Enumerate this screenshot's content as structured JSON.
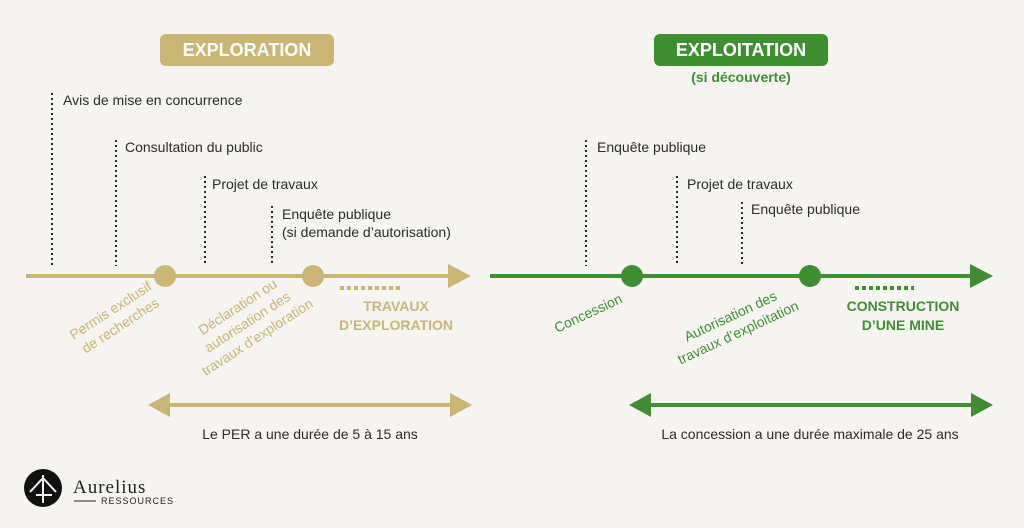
{
  "colors": {
    "gold": "#c9b574",
    "green": "#3f8f32",
    "text": "#2b2b2b",
    "background": "#f5f4f1"
  },
  "exploration": {
    "title": "EXPLORATION",
    "events": [
      "Avis de mise en concurrence",
      "Consultation du public",
      "Projet de travaux",
      "Enquête publique",
      "(si demande d’autorisation)"
    ],
    "milestones": [
      [
        "Permis exclusif",
        "de recherches"
      ],
      [
        "Déclaration ou",
        "autorisation des",
        "travaux d’exploration"
      ]
    ],
    "end_label": [
      "TRAVAUX",
      "D’EXPLORATION"
    ],
    "duration": "Le PER a une durée de 5 à 15 ans"
  },
  "exploitation": {
    "title": "EXPLOITATION",
    "subtitle": "(si découverte)",
    "events": [
      "Enquête publique",
      "Projet de travaux",
      "Enquête publique"
    ],
    "milestones": [
      [
        "Concession"
      ],
      [
        "Autorisation des",
        "travaux d’exploitation"
      ]
    ],
    "end_label": [
      "CONSTRUCTION",
      "D’UNE MINE"
    ],
    "duration": "La concession a une durée maximale de 25 ans"
  },
  "logo": {
    "name": "Aurelius",
    "sub": "RESSOURCES"
  }
}
